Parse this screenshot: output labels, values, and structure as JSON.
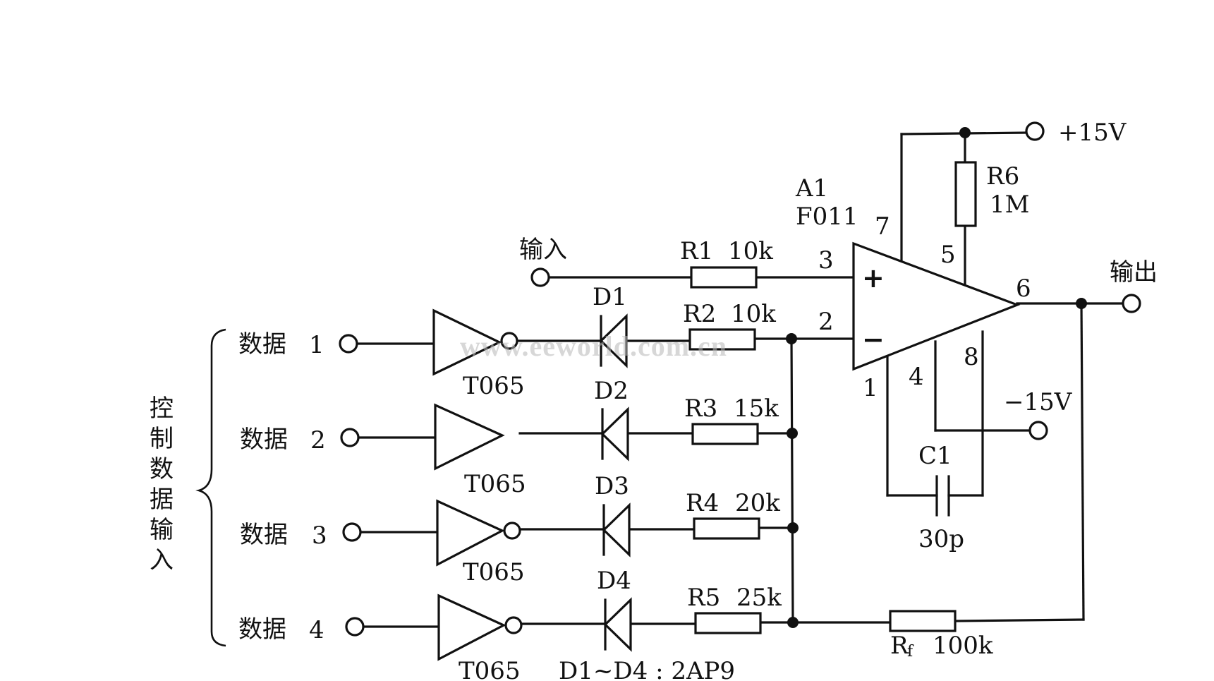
{
  "inputs": {
    "analog_input_label": "输入",
    "output_label": "输出",
    "control_group_label": [
      "控",
      "制",
      "数",
      "据",
      "输",
      "入"
    ],
    "data_lines": [
      {
        "label": "数据",
        "index": "1",
        "buffer": "T065",
        "diode": "D1",
        "resistor": "R2",
        "value": "10k"
      },
      {
        "label": "数据",
        "index": "2",
        "buffer": "T065",
        "diode": "D2",
        "resistor": "R3",
        "value": "15k"
      },
      {
        "label": "数据",
        "index": "3",
        "buffer": "T065",
        "diode": "D3",
        "resistor": "R4",
        "value": "20k"
      },
      {
        "label": "数据",
        "index": "4",
        "buffer": "T065",
        "diode": "D4",
        "resistor": "R5",
        "value": "25k"
      }
    ]
  },
  "opamp": {
    "ref": "A1",
    "part": "F011",
    "pins": {
      "p7": "7",
      "p5": "5",
      "p3": "3",
      "p2": "2",
      "p6": "6",
      "p1": "1",
      "p4": "4",
      "p8": "8"
    },
    "plus_sign": "+",
    "minus_sign": "−"
  },
  "components": {
    "r1": {
      "ref": "R1",
      "value": "10k"
    },
    "r6": {
      "ref": "R6",
      "value": "1M"
    },
    "c1": {
      "ref": "C1",
      "value": "30p"
    },
    "rf": {
      "ref": "R",
      "sub": "f",
      "value": "100k"
    },
    "diode_note": "D1~D4 : 2AP9"
  },
  "supplies": {
    "positive": "+15V",
    "negative": "−15V"
  },
  "watermark": "www.eeworld.com.cn"
}
